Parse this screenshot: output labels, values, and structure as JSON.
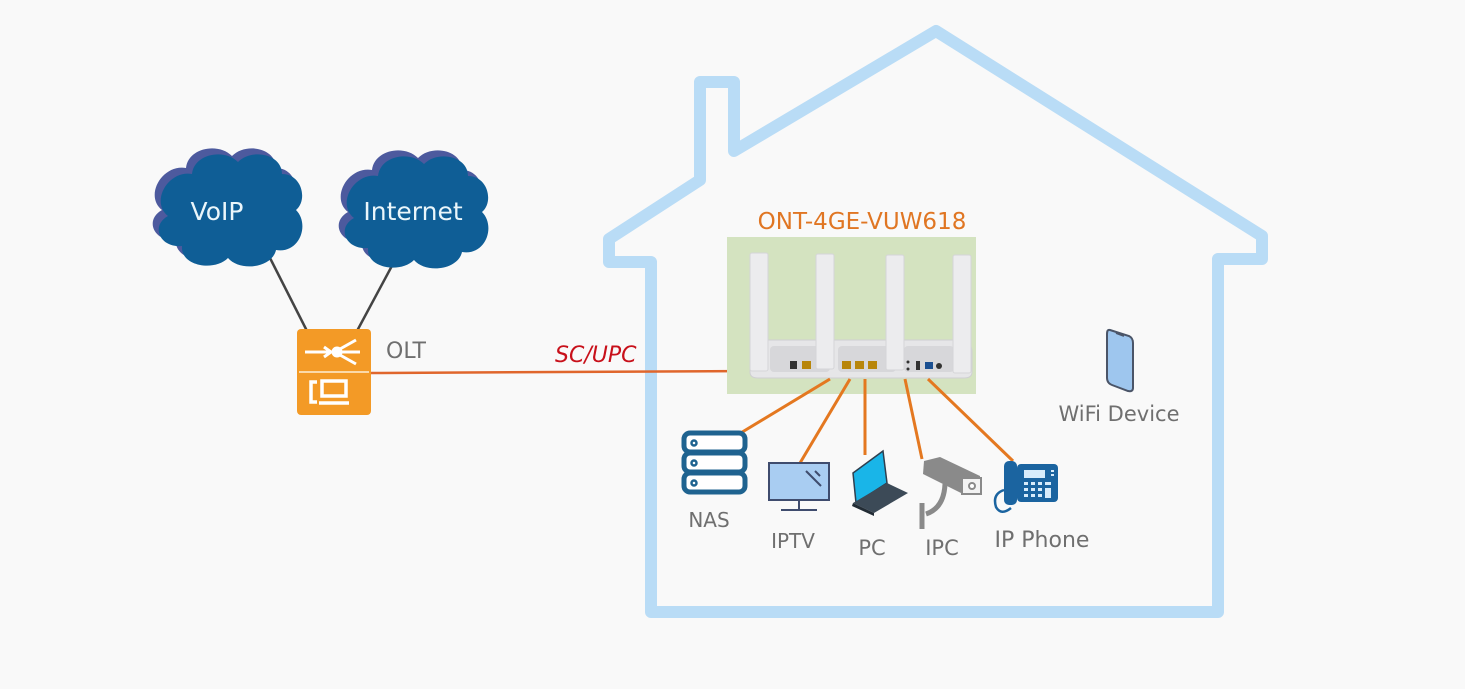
{
  "diagram": {
    "clouds": [
      {
        "label": "VoIP"
      },
      {
        "label": "Internet"
      }
    ],
    "olt": {
      "label": "OLT"
    },
    "fiber_link": {
      "label": "SC/UPC"
    },
    "ont": {
      "model": "ONT-4GE-VUW618"
    },
    "wifi_device": {
      "label": "WiFi Device"
    },
    "lan_devices": [
      {
        "label": "NAS"
      },
      {
        "label": "IPTV"
      },
      {
        "label": "PC"
      },
      {
        "label": "IPC"
      },
      {
        "label": "IP Phone"
      }
    ],
    "colors": {
      "background": "#f9f9f9",
      "house_outline": "#b9dcf6",
      "cloud_fill": "#0f5e96",
      "cloud_shadow": "#4d5a9e",
      "olt_orange": "#f39a26",
      "fiber_line": "#e0662c",
      "ethernet_line": "#e47820",
      "model_text": "#e07623",
      "fiber_label": "#c8101a",
      "ont_backdrop": "#d4e3c0",
      "label_gray": "#6f6f6f"
    }
  }
}
